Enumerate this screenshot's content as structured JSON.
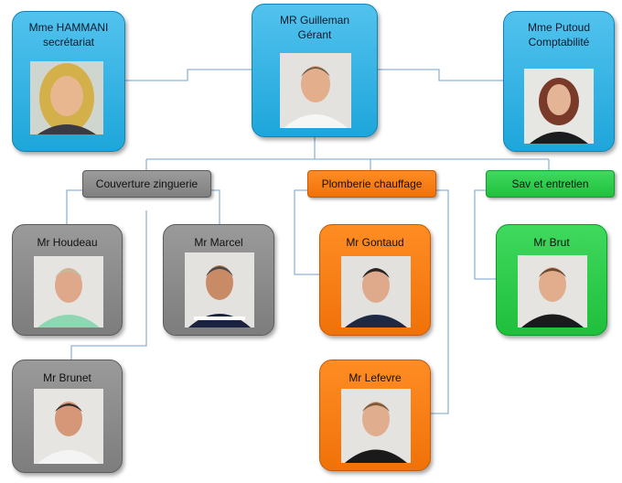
{
  "people": {
    "hammani": {
      "name": "Mme HAMMANI",
      "role": "secrétariat"
    },
    "guilleman": {
      "name": "MR Guilleman",
      "role": "Gérant"
    },
    "putoud": {
      "name": "Mme Putoud",
      "role": "Comptabilité"
    },
    "houdeau": {
      "name": "Mr Houdeau"
    },
    "marcel": {
      "name": "Mr Marcel"
    },
    "brunet": {
      "name": "Mr Brunet"
    },
    "gontaud": {
      "name": "Mr Gontaud"
    },
    "lefevre": {
      "name": "Mr Lefevre"
    },
    "brut": {
      "name": "Mr Brut"
    }
  },
  "departments": {
    "couverture": "Couverture zinguerie",
    "plomberie": "Plomberie chauffage",
    "sav": "Sav  et entretien"
  },
  "colors": {
    "blue": "#29b1e2",
    "grey": "#8a8a8a",
    "orange": "#f77c12",
    "green": "#2bcc4a",
    "connector": "#8fb3d8"
  }
}
